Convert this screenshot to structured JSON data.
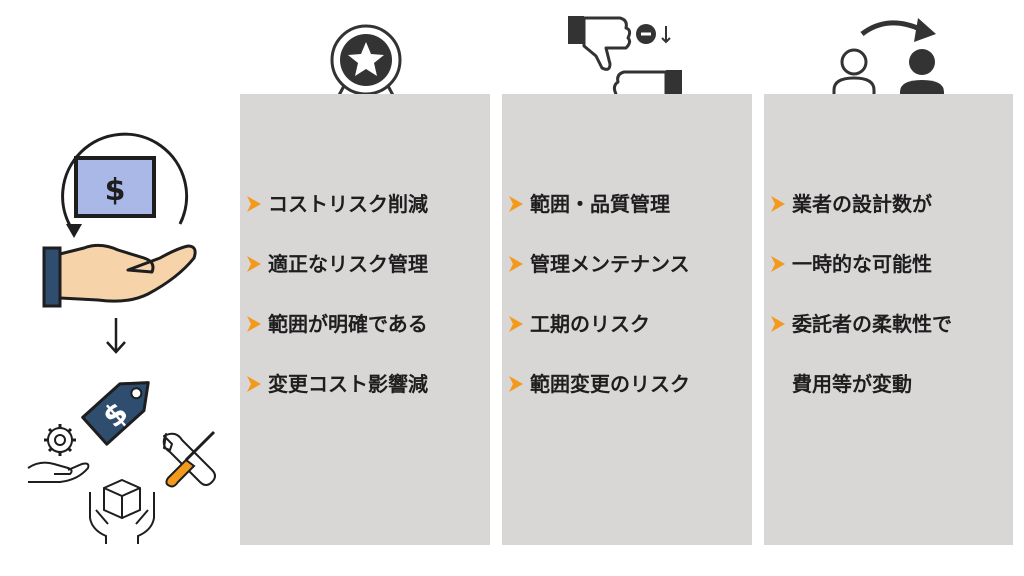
{
  "accent_color": "#f39a1d",
  "panels": [
    {
      "icon": "award-ribbon-icon",
      "items": [
        "コストリスク削減",
        "適正なリスク管理",
        "範囲が明確である",
        "変更コスト影響減"
      ]
    },
    {
      "icon": "thumbs-down-icon",
      "items": [
        "範囲・品質管理",
        "管理メンテナンス",
        "工期のリスク",
        "範囲変更のリスク"
      ]
    },
    {
      "icon": "user-exchange-icon",
      "items": [
        {
          "text": "業者の設計数が",
          "bullet": true
        },
        {
          "text": "一時的な可能性",
          "bullet": true
        },
        {
          "text": "委託者の柔軟性で",
          "bullet": true
        },
        {
          "text": "費用等が変動",
          "bullet": false
        }
      ]
    }
  ],
  "left_icons": [
    "money-in-hand-cycle-icon",
    "arrow-down-icon",
    "price-tag-icon",
    "gear-hand-icon",
    "box-hands-icon",
    "tools-icon"
  ],
  "tag_symbol": "$",
  "bill_symbol": "$"
}
